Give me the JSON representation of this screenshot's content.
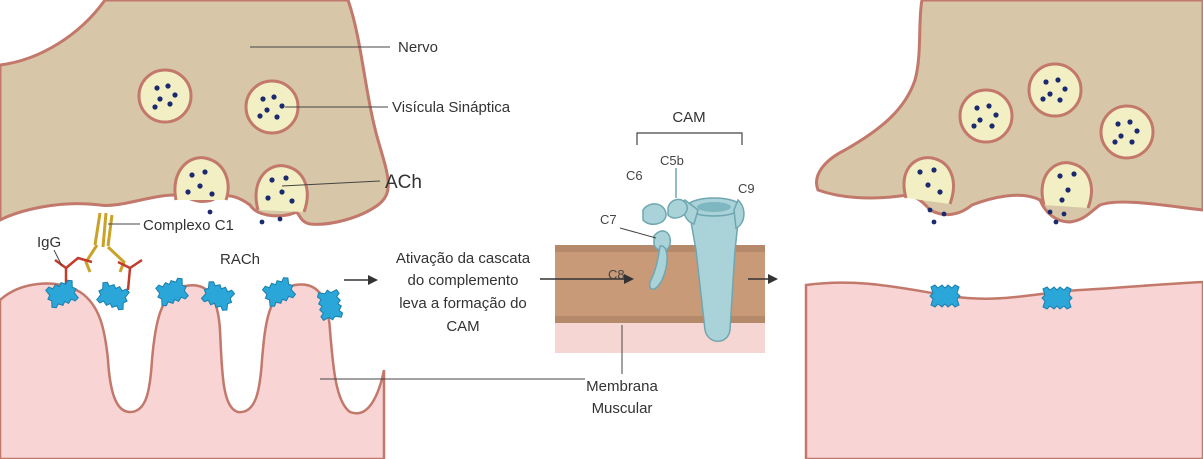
{
  "labels": {
    "nervo": "Nervo",
    "visicula": "Visícula Sináptica",
    "ach": "ACh",
    "complexo_c1": "Complexo C1",
    "igg": "IgG",
    "rach": "RACh",
    "activation_line1": "Ativação da cascata",
    "activation_line2": "do complemento",
    "activation_line3": "leva a formação do",
    "activation_line4": "CAM",
    "cam": "CAM",
    "c5b": "C5b",
    "c6": "C6",
    "c7": "C7",
    "c8": "C8",
    "c9": "C9",
    "membrana_line1": "Membrana",
    "membrana_line2": "Muscular"
  }
}
